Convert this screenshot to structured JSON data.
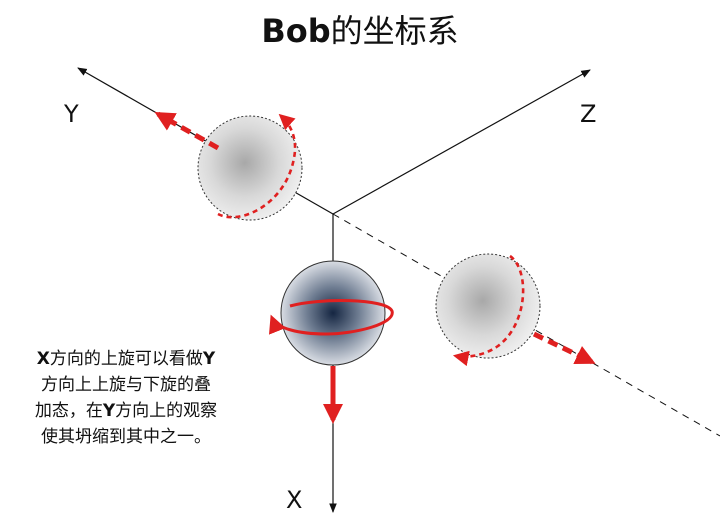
{
  "title": {
    "bold": "Bob",
    "rest": "的坐标系"
  },
  "axes": {
    "y": "Y",
    "z": "Z",
    "x": "X"
  },
  "note": {
    "line1_bold_a": "X",
    "line1_text": "方向的上旋可以看做",
    "line1_bold_b": "Y",
    "line2": "方向上上旋与下旋的叠",
    "line3_text_a": "加态，在",
    "line3_bold": "Y",
    "line3_text_b": "方向上的观察",
    "line4": "使其坍缩到其中之一。"
  },
  "colors": {
    "spin_arrow": "#e02020",
    "axis": "#111111",
    "sphere_gray": "#9a9a9a",
    "sphere_dark": "#1c2d48"
  }
}
